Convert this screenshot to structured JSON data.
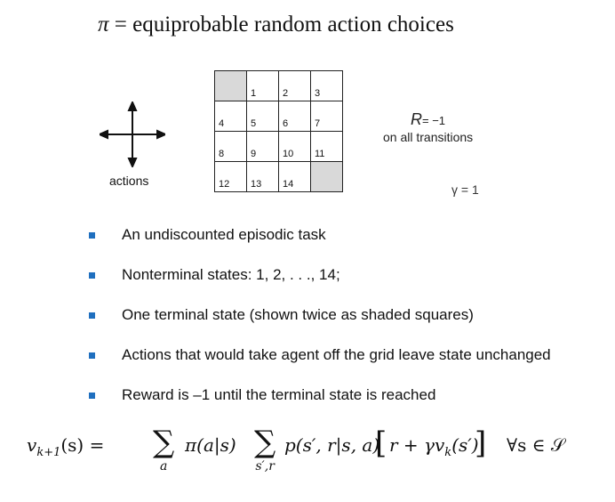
{
  "title": {
    "pi_symbol": "π",
    "text": "= equiprobable random action choices"
  },
  "actions": {
    "label": "actions"
  },
  "grid": {
    "cells": [
      "",
      "1",
      "2",
      "3",
      "4",
      "5",
      "6",
      "7",
      "8",
      "9",
      "10",
      "11",
      "12",
      "13",
      "14",
      ""
    ],
    "shaded": [
      0,
      15
    ]
  },
  "reward": {
    "symbol": "R",
    "value": "= −1",
    "note": "on all transitions"
  },
  "gamma": "γ = 1",
  "bullets": [
    "An undiscounted episodic task",
    "Nonterminal states: 1, 2, . . ., 14;",
    "One terminal state (shown twice as shaded squares)",
    "Actions that would take agent off the grid leave state unchanged",
    "Reward is –1 until the terminal state is reached"
  ],
  "equation": {
    "lhs": "v",
    "lhs_sub": "k+1",
    "lhs_arg": "(s) =",
    "sum1_sub": "a",
    "policy": "π(a|s)",
    "sum2_sub": "s′,r",
    "dynamics": "p(s′, r|s, a)",
    "bracket_content": "r + γv",
    "bracket_sub": "k",
    "bracket_arg": "(s′)",
    "quantifier": "∀s ∈ 𝒮"
  },
  "colors": {
    "bullet": "#1f6fbf",
    "shaded_cell": "#d9d9d9"
  }
}
